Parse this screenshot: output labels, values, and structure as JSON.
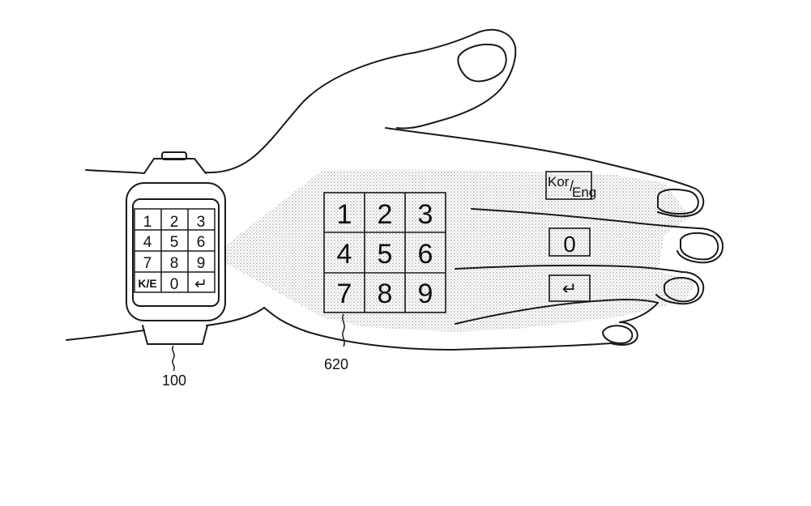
{
  "projected_keypad": {
    "digits": [
      "1",
      "2",
      "3",
      "4",
      "5",
      "6",
      "7",
      "8",
      "9"
    ],
    "side_keys": {
      "kor": "Kor",
      "eng": "Eng",
      "zero": "0",
      "enter": "↵"
    }
  },
  "watch_keypad": {
    "keys": [
      "1",
      "2",
      "3",
      "4",
      "5",
      "6",
      "7",
      "8",
      "9",
      "K/E",
      "0",
      "↵"
    ]
  },
  "reference_labels": {
    "watch": "100",
    "projection": "620"
  },
  "colors": {
    "ink": "#1a1a1a",
    "projection_stipple": "#9a9a9a"
  }
}
